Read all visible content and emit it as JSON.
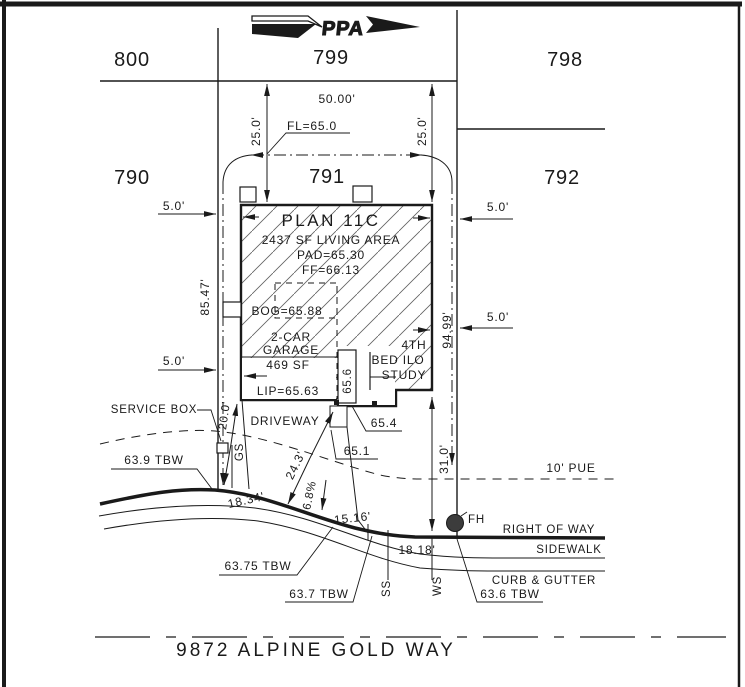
{
  "logo": {
    "text": "PPA"
  },
  "lots": {
    "l800": "800",
    "l799": "799",
    "l798": "798",
    "l790": "790",
    "l791": "791",
    "l792": "792"
  },
  "dims": {
    "rear_width": "50.00'",
    "rear_setback": "25.0'",
    "side_setback": "5.0'",
    "left_depth": "85.47'",
    "right_depth": "94.99'",
    "driveway_length": "20.0'",
    "driveway_diagonal": "24.3'",
    "driveway_slope": "6.8%",
    "front_setback": "31.0'",
    "walk_seg_1": "18.34'",
    "walk_seg_2": "15.16'",
    "walk_seg_3": "18.18'"
  },
  "house": {
    "plan_name": "PLAN 11C",
    "living_area": "2437 SF LIVING AREA",
    "pad_elev": "PAD=65.30",
    "ff_elev": "FF=66.13",
    "bog_elev": "BOG=65.88",
    "garage_l1": "2-CAR",
    "garage_l2": "GARAGE",
    "garage_area": "469 SF",
    "lip_elev": "LIP=65.63",
    "bed_l1": "4TH",
    "bed_l2": "BED ILO",
    "bed_l3": "STUDY",
    "porch_spot": "65.6",
    "spot_a": "65.4",
    "spot_b": "65.1",
    "flow_line": "FL=65.0"
  },
  "site": {
    "service_box": "SERVICE BOX",
    "driveway": "DRIVEWAY",
    "gas": "GS",
    "sewer": "SS",
    "water": "WS",
    "hydrant": "FH",
    "pue": "10' PUE",
    "right_of_way": "RIGHT OF WAY",
    "sidewalk": "SIDEWALK",
    "curb_gutter": "CURB & GUTTER",
    "tbw_1": "63.9 TBW",
    "tbw_2": "63.75 TBW",
    "tbw_3": "63.7 TBW",
    "tbw_4": "63.6 TBW"
  },
  "street": {
    "address": "9872 ALPINE GOLD WAY"
  },
  "colors": {
    "ink": "#1a1a1a",
    "paper": "#ffffff",
    "hatch": "#606060",
    "hydrant": "#3c3c3c"
  }
}
